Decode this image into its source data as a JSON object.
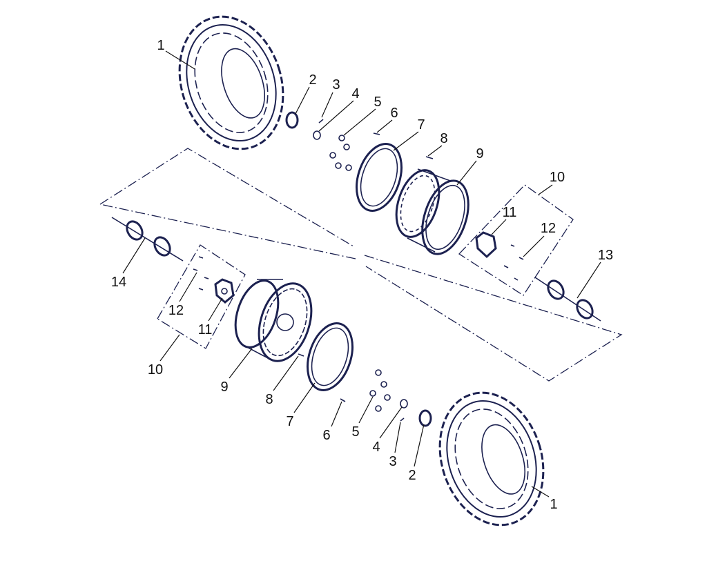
{
  "diagram": {
    "callouts_top": [
      "1",
      "2",
      "3",
      "4",
      "5",
      "6",
      "7",
      "8",
      "9",
      "10",
      "11",
      "12",
      "13"
    ],
    "callouts_bottom": [
      "14",
      "12",
      "11",
      "10",
      "9",
      "8",
      "7",
      "6",
      "5",
      "4",
      "3",
      "2",
      "1"
    ],
    "line_color": "#1c2150"
  }
}
